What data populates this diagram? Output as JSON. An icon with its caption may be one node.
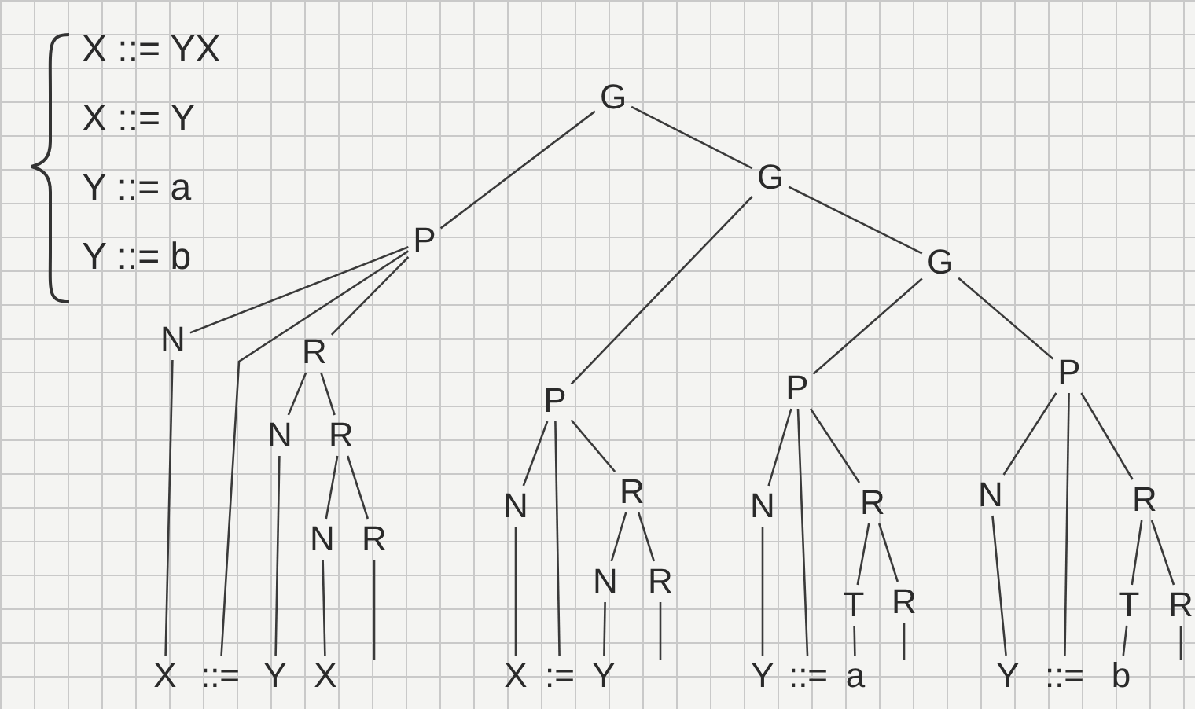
{
  "diagram": {
    "nodes": [
      {
        "text": [
          "G"
        ]
      },
      {
        "text": [
          "P"
        ]
      },
      {
        "text": [
          "G"
        ]
      },
      {
        "text": [
          "N"
        ]
      },
      {
        "text": [
          "::="
        ]
      },
      {
        "text": [
          "R"
        ]
      },
      {
        "text": [
          "N"
        ]
      },
      {
        "text": [
          "R"
        ]
      },
      {
        "text": [
          "Y"
        ]
      },
      {
        "text": [
          "N"
        ]
      },
      {
        "text": [
          "R"
        ]
      },
      {
        "text": [
          "X"
        ]
      },
      {
        "text": [
          "X"
        ]
      },
      {
        "text": [
          "G"
        ]
      },
      {
        "text": [
          "P"
        ]
      },
      {
        "text": [
          "P"
        ]
      },
      {
        "text": [
          "P"
        ]
      },
      {
        "text": [
          "N"
        ]
      },
      {
        "text": [
          ":="
        ]
      },
      {
        "text": [
          "R"
        ]
      },
      {
        "text": [
          "N"
        ]
      },
      {
        "text": [
          "R"
        ]
      },
      {
        "text": [
          "X"
        ]
      },
      {
        "text": [
          "Y"
        ]
      },
      {
        "text": [
          "N"
        ]
      },
      {
        "text": [
          "::="
        ]
      },
      {
        "text": [
          "R"
        ]
      },
      {
        "text": [
          "T"
        ]
      },
      {
        "text": [
          "R"
        ]
      },
      {
        "text": [
          "Y"
        ]
      },
      {
        "text": [
          "a"
        ]
      },
      {
        "text": [
          "N"
        ]
      },
      {
        "text": [
          "::="
        ]
      },
      {
        "text": [
          "R"
        ]
      },
      {
        "text": [
          "T"
        ]
      },
      {
        "text": [
          "R"
        ]
      },
      {
        "text": [
          "Y"
        ]
      },
      {
        "text": [
          "b"
        ]
      }
    ],
    "edges": [
      {
        "from": 0,
        "to": 1,
        "arrow": "none"
      },
      {
        "from": 0,
        "to": 2,
        "arrow": "none"
      },
      {
        "from": 2,
        "to": 14,
        "arrow": "none"
      },
      {
        "from": 2,
        "to": 13,
        "arrow": "none"
      },
      {
        "from": 13,
        "to": 15,
        "arrow": "none"
      },
      {
        "from": 13,
        "to": 16,
        "arrow": "none"
      },
      {
        "from": 1,
        "to": 3,
        "arrow": "none"
      },
      {
        "from": 1,
        "to": 4,
        "arrow": "none"
      },
      {
        "from": 1,
        "to": 5,
        "arrow": "none"
      },
      {
        "from": 5,
        "to": 6,
        "arrow": "none"
      },
      {
        "from": 5,
        "to": 7,
        "arrow": "none"
      },
      {
        "from": 6,
        "to": 8,
        "arrow": "none"
      },
      {
        "from": 7,
        "to": 9,
        "arrow": "none"
      },
      {
        "from": 7,
        "to": 10,
        "arrow": "none"
      },
      {
        "from": 9,
        "to": 12,
        "arrow": "none"
      },
      {
        "from": 10,
        "to": null,
        "arrow": "none"
      },
      {
        "from": 3,
        "to": 11,
        "arrow": "none"
      },
      {
        "from": 14,
        "to": 17,
        "arrow": "none"
      },
      {
        "from": 14,
        "to": 18,
        "arrow": "none"
      },
      {
        "from": 14,
        "to": 19,
        "arrow": "none"
      },
      {
        "from": 19,
        "to": 20,
        "arrow": "none"
      },
      {
        "from": 19,
        "to": 21,
        "arrow": "none"
      },
      {
        "from": 17,
        "to": 22,
        "arrow": "none"
      },
      {
        "from": 20,
        "to": 23,
        "arrow": "none"
      },
      {
        "from": 21,
        "to": null,
        "arrow": "none"
      },
      {
        "from": 15,
        "to": 24,
        "arrow": "none"
      },
      {
        "from": 15,
        "to": 25,
        "arrow": "none"
      },
      {
        "from": 15,
        "to": 26,
        "arrow": "none"
      },
      {
        "from": 26,
        "to": 27,
        "arrow": "none"
      },
      {
        "from": 26,
        "to": 28,
        "arrow": "none"
      },
      {
        "from": 24,
        "to": 29,
        "arrow": "none"
      },
      {
        "from": 27,
        "to": 30,
        "arrow": "none"
      },
      {
        "from": 28,
        "to": null,
        "arrow": "none"
      },
      {
        "from": 16,
        "to": 31,
        "arrow": "none"
      },
      {
        "from": 16,
        "to": 32,
        "arrow": "none"
      },
      {
        "from": 16,
        "to": 33,
        "arrow": "none"
      },
      {
        "from": 33,
        "to": 34,
        "arrow": "none"
      },
      {
        "from": 33,
        "to": 35,
        "arrow": "none"
      },
      {
        "from": 31,
        "to": 36,
        "arrow": "none"
      },
      {
        "from": 34,
        "to": 37,
        "arrow": "none"
      },
      {
        "from": 35,
        "to": null,
        "arrow": "none"
      }
    ],
    "labels": [
      "X ::= YX",
      "X ::= Y",
      "Y ::= a",
      "Y ::= b"
    ]
  }
}
